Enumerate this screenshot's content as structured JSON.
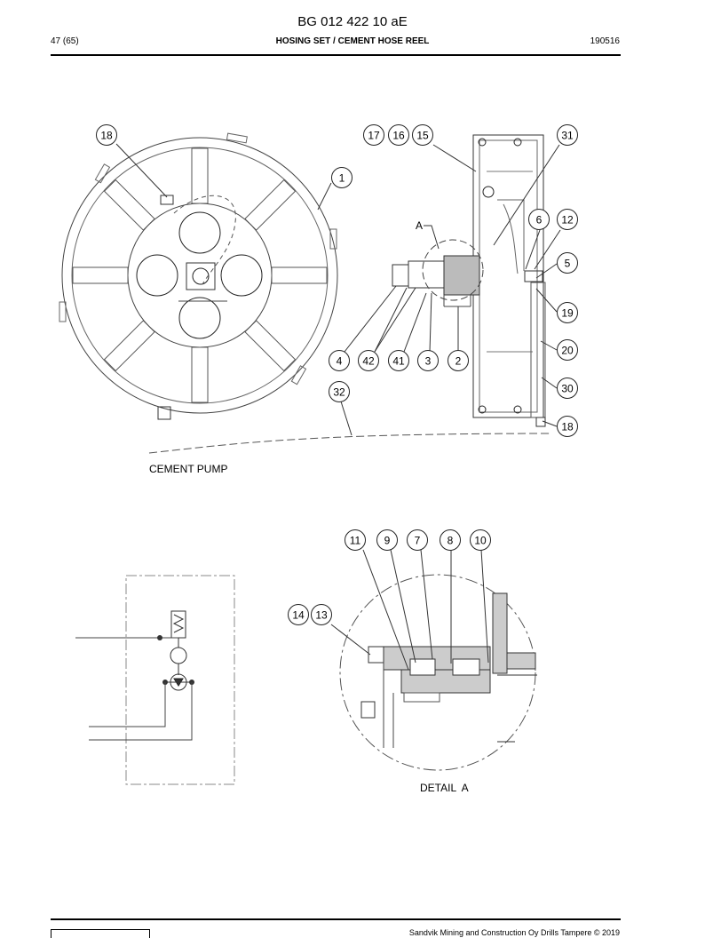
{
  "header": {
    "doc_code": "BG 012 422 10 aE",
    "page": "47 (65)",
    "section_title": "HOSING SET / CEMENT HOSE REEL",
    "date_code": "190516"
  },
  "callouts": {
    "top_left": [
      "18"
    ],
    "top_right": [
      "17",
      "16",
      "15",
      "31",
      "1",
      "6",
      "12",
      "5",
      "19",
      "20",
      "30",
      "18",
      "4",
      "42",
      "41",
      "3",
      "2",
      "32"
    ],
    "detail": [
      "11",
      "9",
      "7",
      "8",
      "10",
      "14",
      "13"
    ]
  },
  "labels": {
    "detail_marker": "A",
    "cement_pump": "CEMENT PUMP",
    "detail_caption": "DETAIL  A"
  },
  "footer": {
    "copyright": "Sandvik Mining and Construction Oy Drills Tampere © 2019"
  }
}
